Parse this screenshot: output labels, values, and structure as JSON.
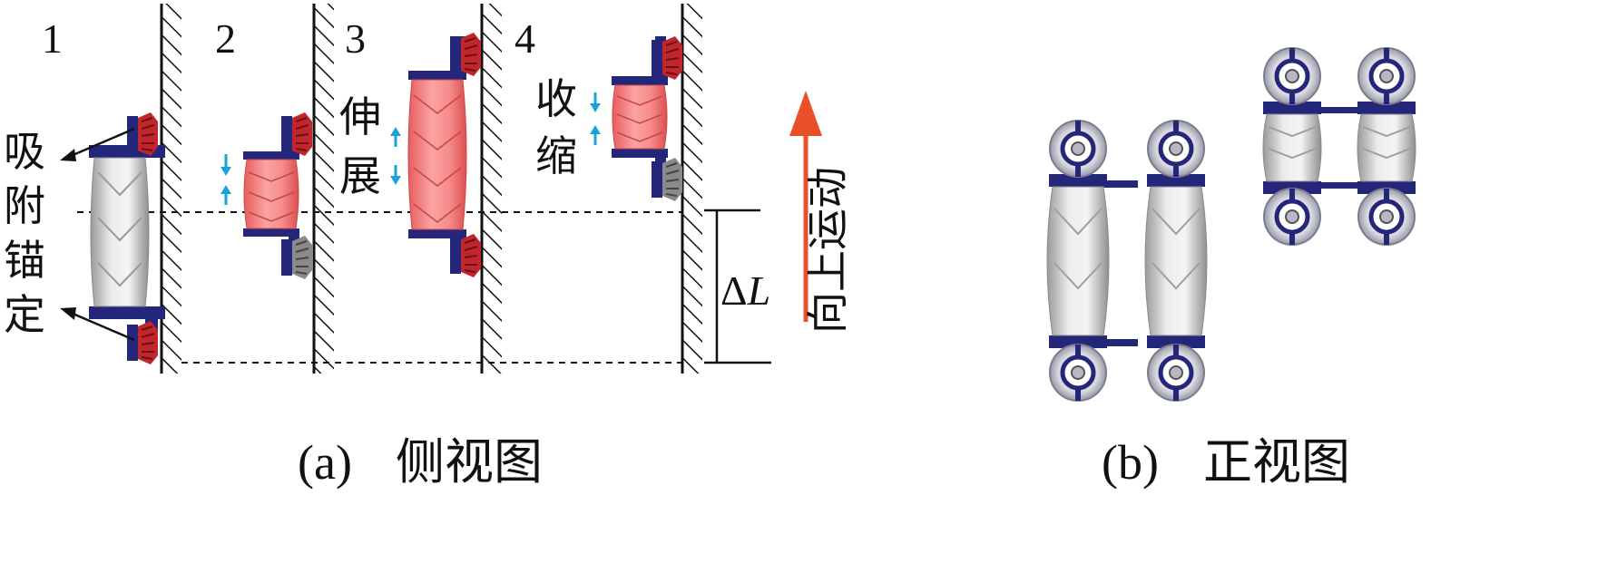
{
  "figure": {
    "stages": [
      "1",
      "2",
      "3",
      "4"
    ],
    "labels": {
      "adsorb": [
        "吸",
        "附",
        "锚",
        "定"
      ],
      "extend": [
        "伸",
        "展"
      ],
      "contract": [
        "收",
        "缩"
      ],
      "move_up": "向上运动",
      "delta": "Δ",
      "delta_var": "L"
    },
    "captions": {
      "a_tag": "(a)",
      "a_text": "侧视图",
      "b_tag": "(b)",
      "b_text": "正视图"
    },
    "colors": {
      "wall_hatch": "#111111",
      "body_gray": "#c8c8c8",
      "body_red": "#f07a7a",
      "frame_navy": "#24267a",
      "suction_red": "#c0262c",
      "arrow_red": "#e8502a",
      "small_arrow_blue": "#1aa3d9"
    }
  }
}
